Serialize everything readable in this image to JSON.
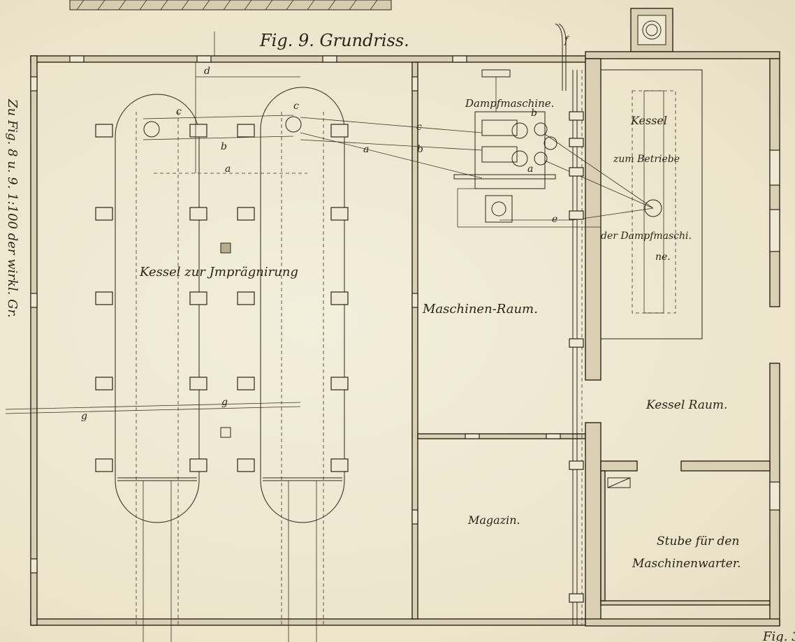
{
  "title": "Fig. 9.  Grundriss.",
  "side_note": "Zu Fig. 8 u. 9.  1:100 der wirkl. Gr.",
  "corner_note": "Fig. 3",
  "rooms": {
    "impregnation": "Kessel zur Jmprägnirung",
    "machine_room": "Maschinen-Raum.",
    "steam_engine": "Dampfmaschine.",
    "magazine": "Magazin.",
    "boiler_room": "Kessel Raum.",
    "attendant_line1": "Stube für den",
    "attendant_line2": "Maschinenwarter."
  },
  "boiler_text": {
    "line1": "Kessel",
    "line2": "zum Betriebe",
    "line3": "der Dampfmaschi.",
    "line4": "ne."
  },
  "letters": {
    "a1": "a",
    "a2": "a",
    "a3": "a",
    "b1": "b",
    "b2": "b",
    "b3": "b",
    "c1": "c",
    "c2": "c",
    "c3": "c",
    "d": "d",
    "e": "e",
    "f": "f",
    "g1": "g",
    "g2": "g"
  }
}
